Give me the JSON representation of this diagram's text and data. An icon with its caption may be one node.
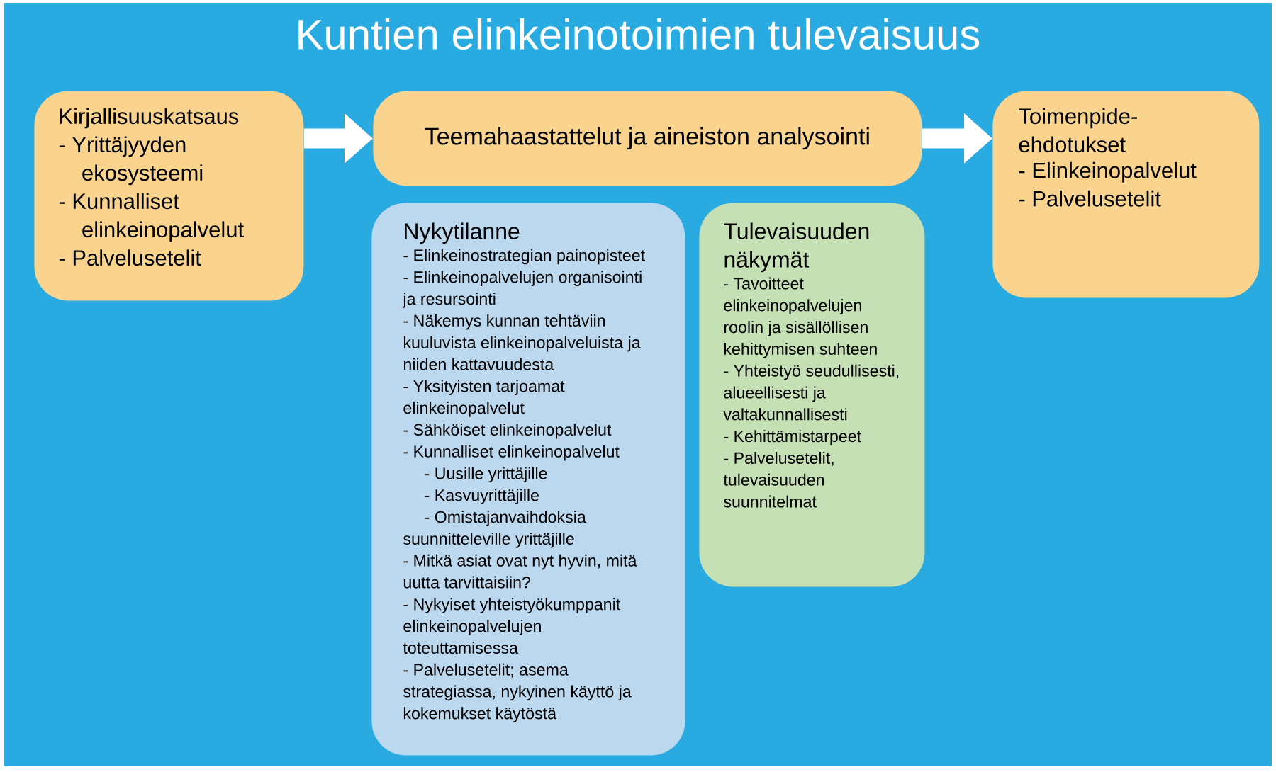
{
  "diagram": {
    "title": "Kuntien elinkeinotoimien tulevaisuus",
    "nodes": [
      {
        "text": [
          "Kirjallisuuskatsaus",
          "- Yrittäjyyden ekosysteemi",
          "- Kunnalliset elinkeinopalvelut",
          "- Palvelusetelit"
        ]
      },
      {
        "text": [
          "Teemahaastattelut ja aineiston analysointi"
        ]
      },
      {
        "text": [
          "Toimenpide-ehdotukset",
          "- Elinkeinopalvelut",
          "- Palvelusetelit"
        ]
      },
      {
        "text": [
          "Nykytilanne",
          "- Elinkeinostrategian painopisteet",
          "- Elinkeinopalvelujen organisointi ja resursointi",
          "- Näkemys kunnan tehtäviin kuuluvista elinkeinopalveluista ja niiden kattavuudesta",
          "- Yksityisten tarjoamat elinkeinopalvelut",
          "- Sähköiset elinkeinopalvelut",
          "- Kunnalliset elinkeinopalvelut",
          "- Uusille yrittäjille",
          "- Kasvuyrittäjille",
          "- Omistajanvaihdoksia suunnitteleville yrittäjille",
          "- Mitkä asiat ovat nyt hyvin, mitä uutta tarvittaisiin?",
          "- Nykyiset yhteistyökumppanit elinkeinopalvelujen toteuttamisessa",
          "- Palvelusetelit; asema strategiassa, nykyinen käyttö ja kokemukset käytöstä"
        ]
      },
      {
        "text": [
          "Tulevaisuuden näkymät",
          "- Tavoitteet elinkeinopalvelujen roolin ja sisällöllisen kehittymisen suhteen",
          "- Yhteistyö seudullisesti, alueellisesti ja valtakunnallisesti",
          "- Kehittämistarpeet",
          "- Palvelusetelit, tulevaisuuden suunnitelmat"
        ]
      }
    ],
    "edges": [
      {
        "from": 0,
        "to": 1,
        "arrow": "to"
      },
      {
        "from": 1,
        "to": 2,
        "arrow": "to"
      }
    ]
  }
}
